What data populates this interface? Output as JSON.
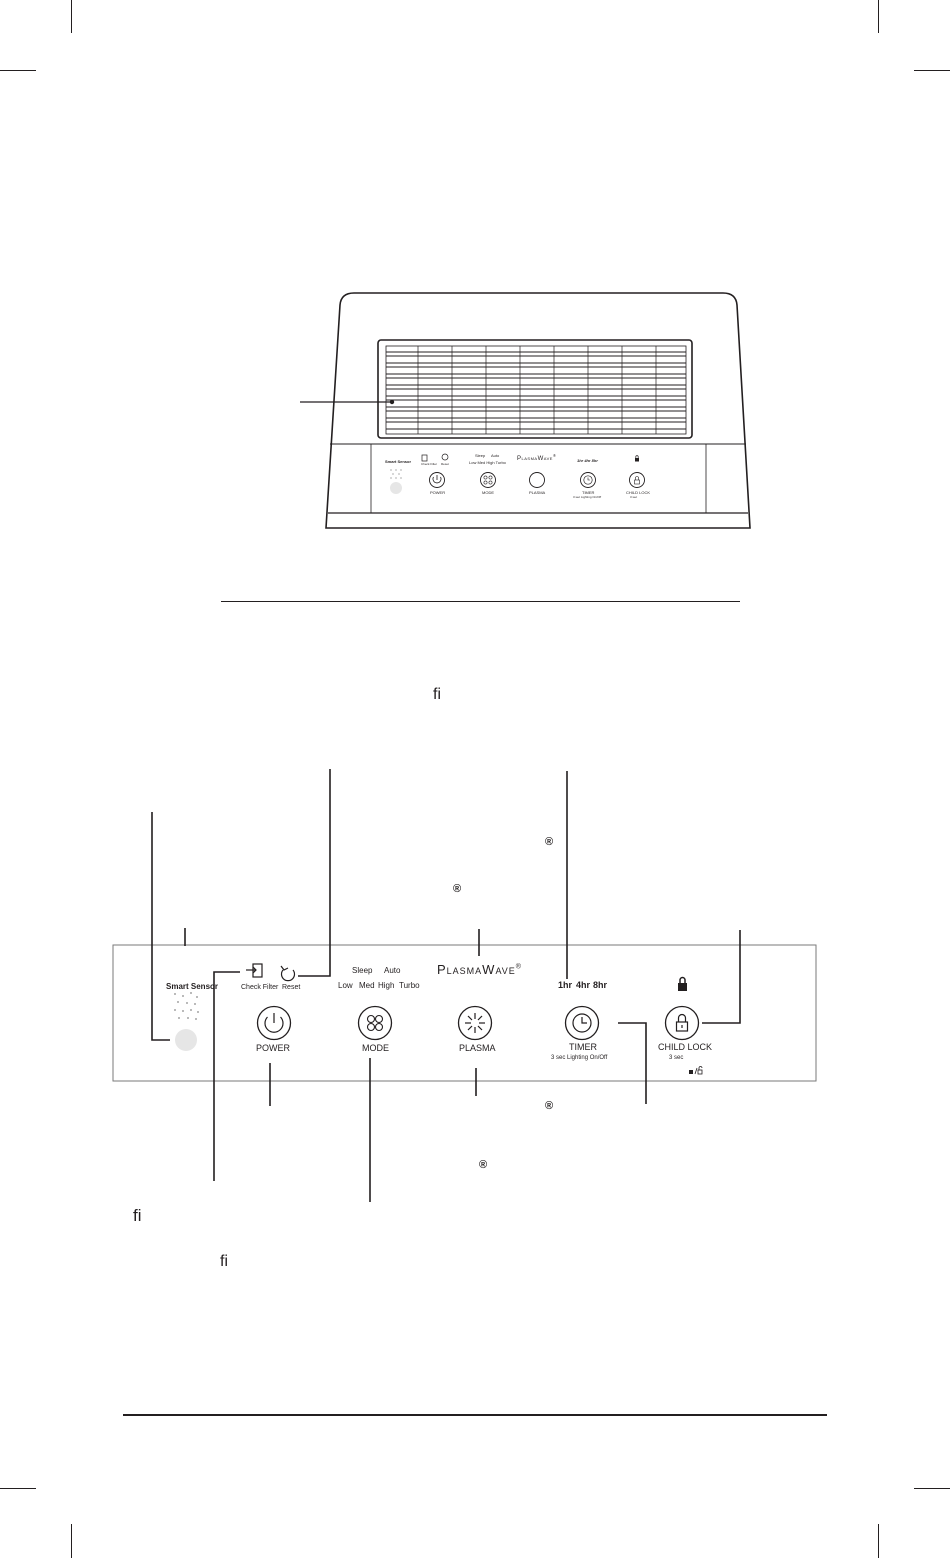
{
  "colors": {
    "ink": "#231f20",
    "sensor_dot": "#e6e6e6",
    "panel_border": "#7a7a7a"
  },
  "small_panel": {
    "smart_sensor": "Smart Sensor",
    "check_filter": "Check Filter",
    "reset": "Reset",
    "sleep": "Sleep",
    "auto": "Auto",
    "speeds": "Low  Med  High  Turbo",
    "brand": "PlasmaWave",
    "reg": "®",
    "timer_hours": "1hr  4hr  8hr",
    "power": "POWER",
    "mode": "MODE",
    "plasma": "PLASMA",
    "timer": "TIMER",
    "timer_sub": "3 sec Lighting On/Off",
    "child_lock": "CHILD LOCK",
    "child_lock_sub": "3 sec"
  },
  "panel": {
    "smart_sensor": "Smart Sensor",
    "check_filter": "Check Filter",
    "reset": "Reset",
    "sleep": "Sleep",
    "auto": "Auto",
    "speed_low": "Low",
    "speed_med": "Med",
    "speed_high": "High",
    "speed_turbo": "Turbo",
    "brand": "PlasmaWave",
    "reg": "®",
    "timer_1": "1hr",
    "timer_4": "4hr",
    "timer_8": "8hr",
    "power": "POWER",
    "mode": "MODE",
    "plasma": "PLASMA",
    "timer": "TIMER",
    "timer_sub": "3 sec Lighting On/Off",
    "child_lock": "CHILD LOCK",
    "child_lock_sub": "3 sec"
  },
  "stray": {
    "fi_1": "ﬁ",
    "reg_1": "®",
    "reg_2": "®",
    "reg_3": "®",
    "reg_4": "®",
    "fi_2": "ﬁ",
    "fi_3": "ﬁ"
  },
  "icons": [
    "power-icon",
    "mode-icon",
    "plasma-icon",
    "timer-icon",
    "lock-icon",
    "check-filter-icon",
    "reset-icon",
    "padlock-icon"
  ]
}
